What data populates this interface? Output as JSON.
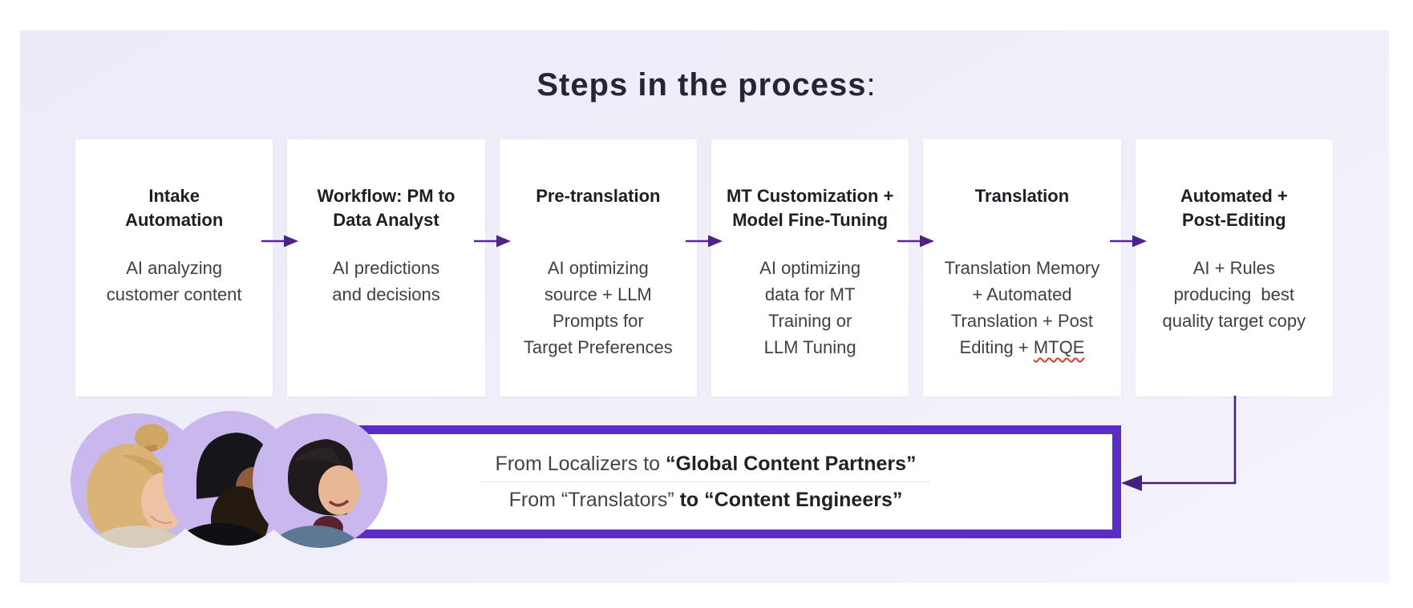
{
  "title": {
    "main": "Steps in the process",
    "colon": ":"
  },
  "steps": [
    {
      "title": [
        "Intake",
        "Automation"
      ],
      "body": [
        "AI analyzing",
        "customer content"
      ]
    },
    {
      "title": [
        "Workflow: PM to",
        "Data Analyst"
      ],
      "body": [
        "AI predictions",
        "and decisions"
      ]
    },
    {
      "title": [
        "Pre-translation"
      ],
      "body": [
        "AI optimizing",
        "source + LLM",
        "Prompts for",
        "Target Preferences"
      ]
    },
    {
      "title": [
        "MT Customization +",
        "Model Fine-Tuning"
      ],
      "body": [
        "AI optimizing",
        "data for MT",
        "Training or",
        "LLM Tuning"
      ]
    },
    {
      "title": [
        "Translation"
      ],
      "body": [
        "Translation Memory",
        "+ Automated",
        "Translation + Post"
      ],
      "body_last_prefix": "Editing + ",
      "misspelled_term": "MTQE"
    },
    {
      "title": [
        "Automated +",
        "Post-Editing"
      ],
      "body": [
        "AI + Rules",
        "producing  best",
        "quality target copy"
      ]
    }
  ],
  "banner": {
    "line1": {
      "regular": "From Localizers to ",
      "bold": "“Global Content Partners”"
    },
    "line2": {
      "regular": "From “Translators” ",
      "bold": "to “Content Engineers”"
    }
  },
  "avatars": [
    {
      "id": "blonde-woman-profile-photo"
    },
    {
      "id": "bearded-man-beanie-profile-photo"
    },
    {
      "id": "smiling-woman-bob-profile-photo"
    }
  ],
  "colors": {
    "panel_background": "#efedf8",
    "card_background": "#ffffff",
    "flow_arrow_purple": "#5b24a8",
    "banner_border_purple": "#5c2dc6",
    "connector_purple": "#45207e",
    "spellcheck_red": "#e0392e",
    "avatar_circle_lavender": "#c9b8ed",
    "title_text": "#292433"
  }
}
